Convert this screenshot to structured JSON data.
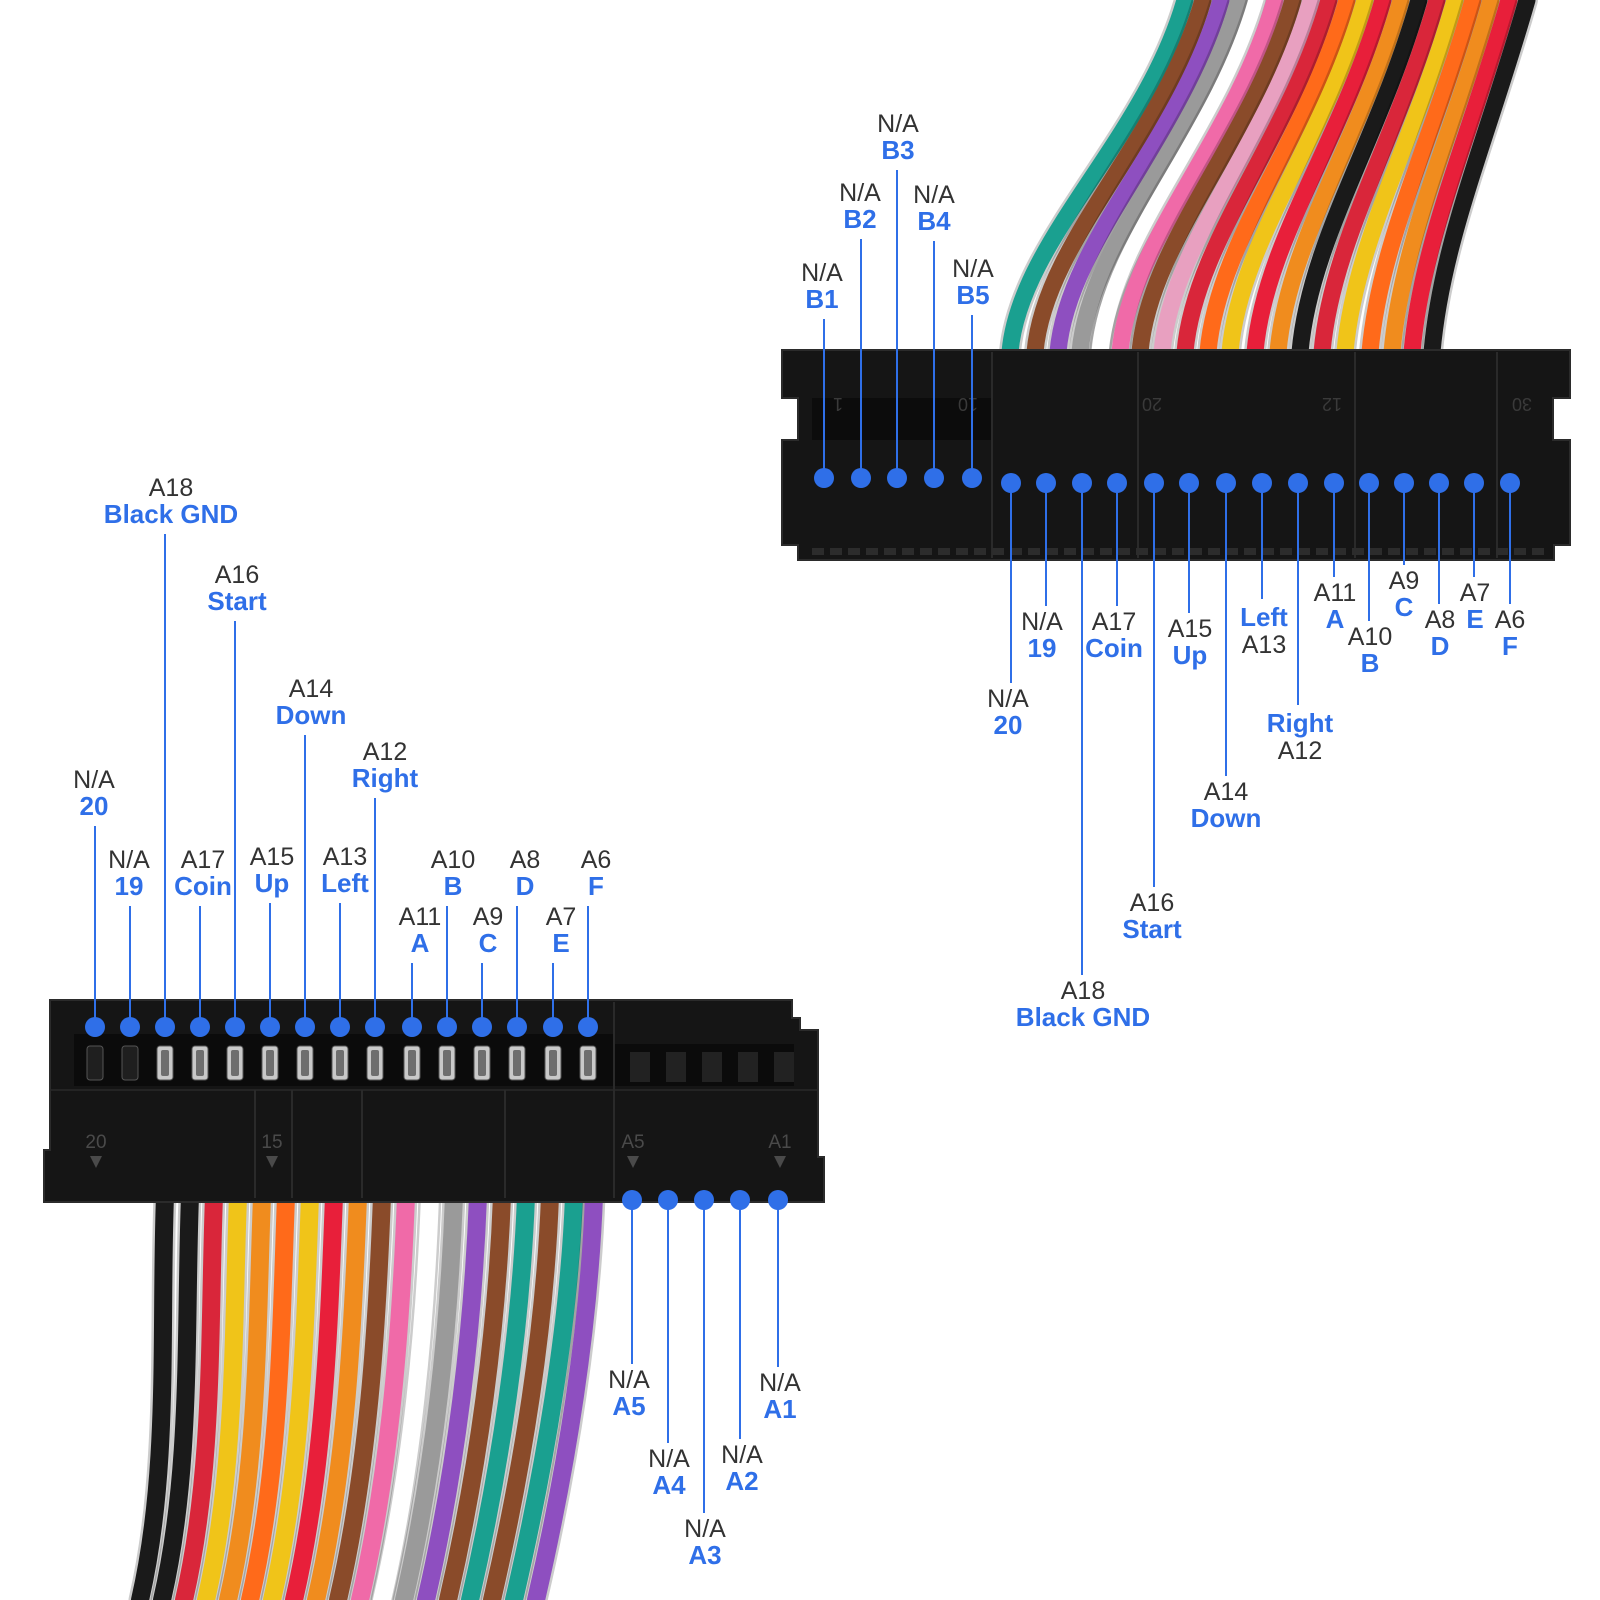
{
  "colors": {
    "pin_dot": "#2f6fe8",
    "label_blue": "#2f6fe8",
    "label_dark": "#333333",
    "leader_line": "#2f6fe8",
    "connector_body": "#151515",
    "connector_edge": "#2b2b2b",
    "background": "#ffffff"
  },
  "wire_colors": [
    "#1a1a1a",
    "#d9263a",
    "#f0c419",
    "#f08c1e",
    "#ff6a1a",
    "#e81f3a",
    "#8a4b2a",
    "#f06aa8",
    "#ffffff",
    "#9a9a9a",
    "#8e4fc0",
    "#8a4b2a",
    "#1aa090",
    "#e8a0c0"
  ],
  "top_connector": {
    "molded_numbers": [
      "1",
      "10",
      "20",
      "12",
      "30"
    ],
    "pins": [
      {
        "code": "N/A",
        "name": "B1"
      },
      {
        "code": "N/A",
        "name": "B2"
      },
      {
        "code": "N/A",
        "name": "B3"
      },
      {
        "code": "N/A",
        "name": "B4"
      },
      {
        "code": "N/A",
        "name": "B5"
      },
      {
        "code": "N/A",
        "name": "20"
      },
      {
        "code": "N/A",
        "name": "19"
      },
      {
        "code": "A18",
        "name": "Black GND"
      },
      {
        "code": "A17",
        "name": "Coin"
      },
      {
        "code": "A16",
        "name": "Start"
      },
      {
        "code": "A15",
        "name": "Up"
      },
      {
        "code": "A14",
        "name": "Down"
      },
      {
        "code": "A13",
        "name": "Left"
      },
      {
        "code": "A12",
        "name": "Right"
      },
      {
        "code": "A11",
        "name": "A"
      },
      {
        "code": "A10",
        "name": "B"
      },
      {
        "code": "A9",
        "name": "C"
      },
      {
        "code": "A8",
        "name": "D"
      },
      {
        "code": "A7",
        "name": "E"
      },
      {
        "code": "A6",
        "name": "F"
      }
    ]
  },
  "bottom_connector": {
    "molded_numbers": [
      "20",
      "15",
      "A5",
      "A1"
    ],
    "pins": [
      {
        "code": "N/A",
        "name": "20"
      },
      {
        "code": "N/A",
        "name": "19"
      },
      {
        "code": "A18",
        "name": "Black GND"
      },
      {
        "code": "A17",
        "name": "Coin"
      },
      {
        "code": "A16",
        "name": "Start"
      },
      {
        "code": "A15",
        "name": "Up"
      },
      {
        "code": "A14",
        "name": "Down"
      },
      {
        "code": "A13",
        "name": "Left"
      },
      {
        "code": "A12",
        "name": "Right"
      },
      {
        "code": "A11",
        "name": "A"
      },
      {
        "code": "A10",
        "name": "B"
      },
      {
        "code": "A9",
        "name": "C"
      },
      {
        "code": "A8",
        "name": "D"
      },
      {
        "code": "A7",
        "name": "E"
      },
      {
        "code": "A6",
        "name": "F"
      },
      {
        "code": "N/A",
        "name": "A5"
      },
      {
        "code": "N/A",
        "name": "A4"
      },
      {
        "code": "N/A",
        "name": "A3"
      },
      {
        "code": "N/A",
        "name": "A2"
      },
      {
        "code": "N/A",
        "name": "A1"
      }
    ]
  }
}
